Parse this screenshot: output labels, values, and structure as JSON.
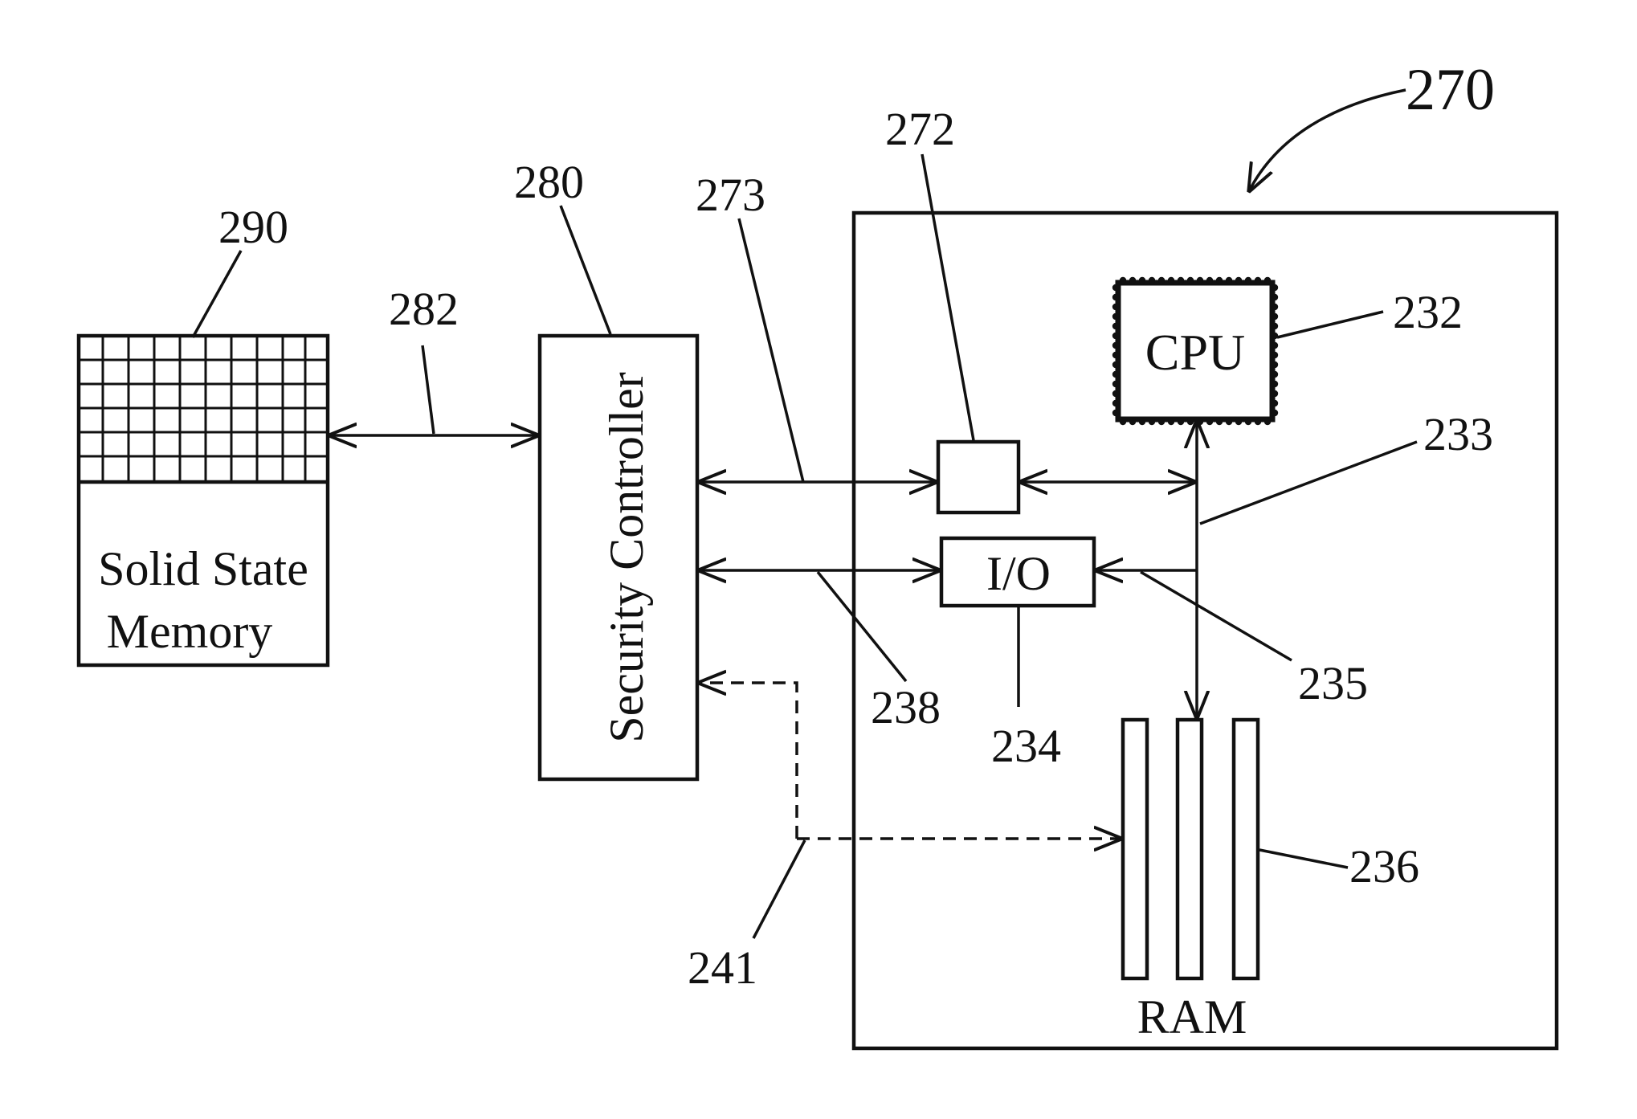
{
  "labels": {
    "solid_state_memory_line1": "Solid State",
    "solid_state_memory_line2": "Memory",
    "security_controller": "Security Controller",
    "cpu": "CPU",
    "io": "I/O",
    "ram": "RAM"
  },
  "refs": {
    "r270": "270",
    "r272": "272",
    "r273": "273",
    "r280": "280",
    "r290": "290",
    "r282": "282",
    "r232": "232",
    "r233": "233",
    "r235": "235",
    "r238": "238",
    "r234": "234",
    "r236": "236",
    "r241": "241"
  }
}
